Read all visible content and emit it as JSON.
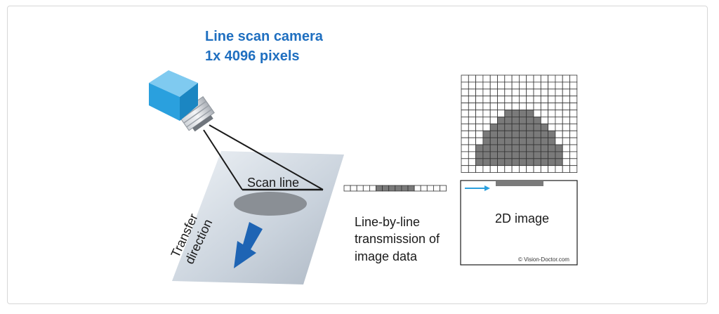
{
  "camera": {
    "title_line1": "Line scan camera",
    "title_line2": "1x 4096 pixels"
  },
  "scan_line_label": "Scan line",
  "transfer_label": {
    "line1": "Transfer",
    "line2": "direction"
  },
  "transmission_label": {
    "line1": "Line-by-line",
    "line2": "transmission of",
    "line3": "image data"
  },
  "image_label": "2D image",
  "copyright": "© Vision-Doctor.com",
  "colors": {
    "camera_blue": "#2aa0de",
    "title_blue": "#1f6fc0",
    "arrow_blue": "#1e64b4",
    "pixel_gray": "#7a7a7a",
    "conveyor_gray": "#c9d2dc"
  },
  "icons": {
    "camera": "line-scan-camera-icon",
    "transfer_arrow": "arrow-down-left-icon",
    "transmission_arrow": "arrow-right-icon"
  }
}
